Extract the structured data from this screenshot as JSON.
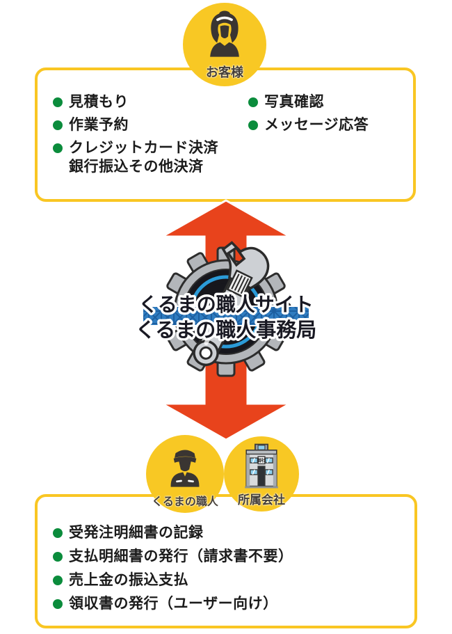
{
  "palette": {
    "yellow": "#F8C824",
    "border_yellow": "#F9C623",
    "red": "#E8431C",
    "green": "#0B8C3C",
    "text_dark": "#1b1b1b",
    "label_brown": "#453F38",
    "navy_text": "#191923",
    "banner_blue": "#2F7CC0",
    "banner_blue_dark": "#1D5FA0",
    "icon_charcoal": "#3A3532"
  },
  "top": {
    "circle_label": "お客様",
    "items_left": [
      "見積もり",
      "作業予約",
      "クレジットカード決済"
    ],
    "items_left_sub": "銀行振込その他決済",
    "items_right": [
      "写真確認",
      "メッセージ応答"
    ]
  },
  "center": {
    "line1": "くるまの職人サイト",
    "line2": "くるまの職人事務局"
  },
  "bottom": {
    "circle_left_label": "くるまの職人",
    "circle_right_label": "所属会社",
    "building_sign": "御社",
    "items": [
      "受発注明細書の記録",
      "支払明細書の発行（請求書不要）",
      "売上金の振込支払",
      "領収書の発行（ユーザー向け）"
    ]
  }
}
